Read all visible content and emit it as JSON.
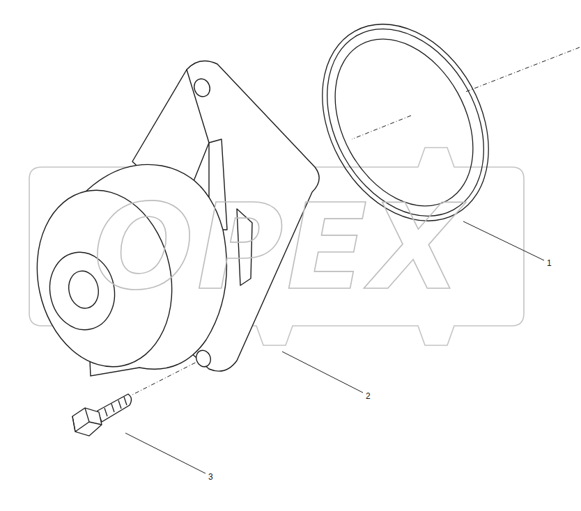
{
  "diagram": {
    "labels": [
      "1",
      "2",
      "3",
      "OPEX"
    ]
  }
}
